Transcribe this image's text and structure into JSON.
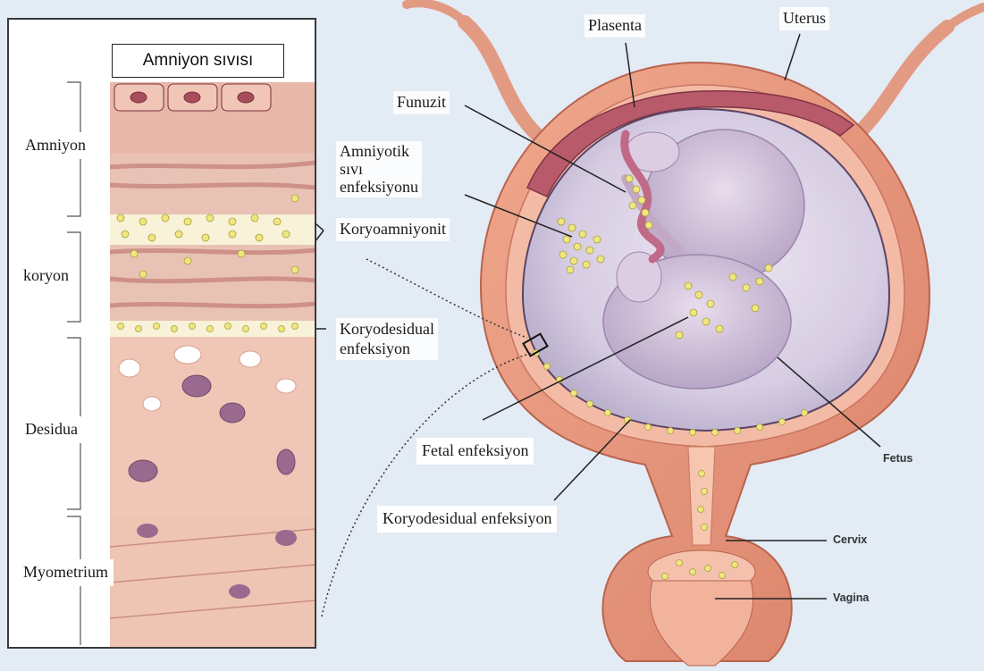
{
  "panel": {
    "title": "Amniyon sıvısı",
    "layers": {
      "amniyon": "Amniyon",
      "koryon": "koryon",
      "desidua": "Desidua",
      "myometrium": "Myometrium"
    }
  },
  "labels": {
    "plasenta": "Plasenta",
    "uterus": "Uterus",
    "funuzit": "Funuzit",
    "amniyotik_line1": "Amniyotik",
    "amniyotik_line2": "sıvı",
    "amniyotik_line3": "enfeksiyonu",
    "koryoamniyonit": "Koryoamniyonit",
    "koryodesidual_1": "Koryodesidual",
    "koryodesidual_2": "enfeksiyon",
    "fetal": "Fetal enfeksiyon",
    "koryodesidual_bottom": "Koryodesidual enfeksiyon",
    "fetus": "Fetus",
    "cervix": "Cervix",
    "vagina": "Vagina"
  },
  "colors": {
    "background": "#e3ebf4",
    "uterus_wall": "#e8967c",
    "uterus_inner": "#f2b7a0",
    "amniotic_cavity": "#d9d2e4",
    "fetus": "#c9b9d3",
    "bacteria": "#efe680",
    "histology_amnion": "#e7b7a9",
    "histology_decidua": "#f0c6b6",
    "histology_myometrium": "#eec4b3"
  }
}
